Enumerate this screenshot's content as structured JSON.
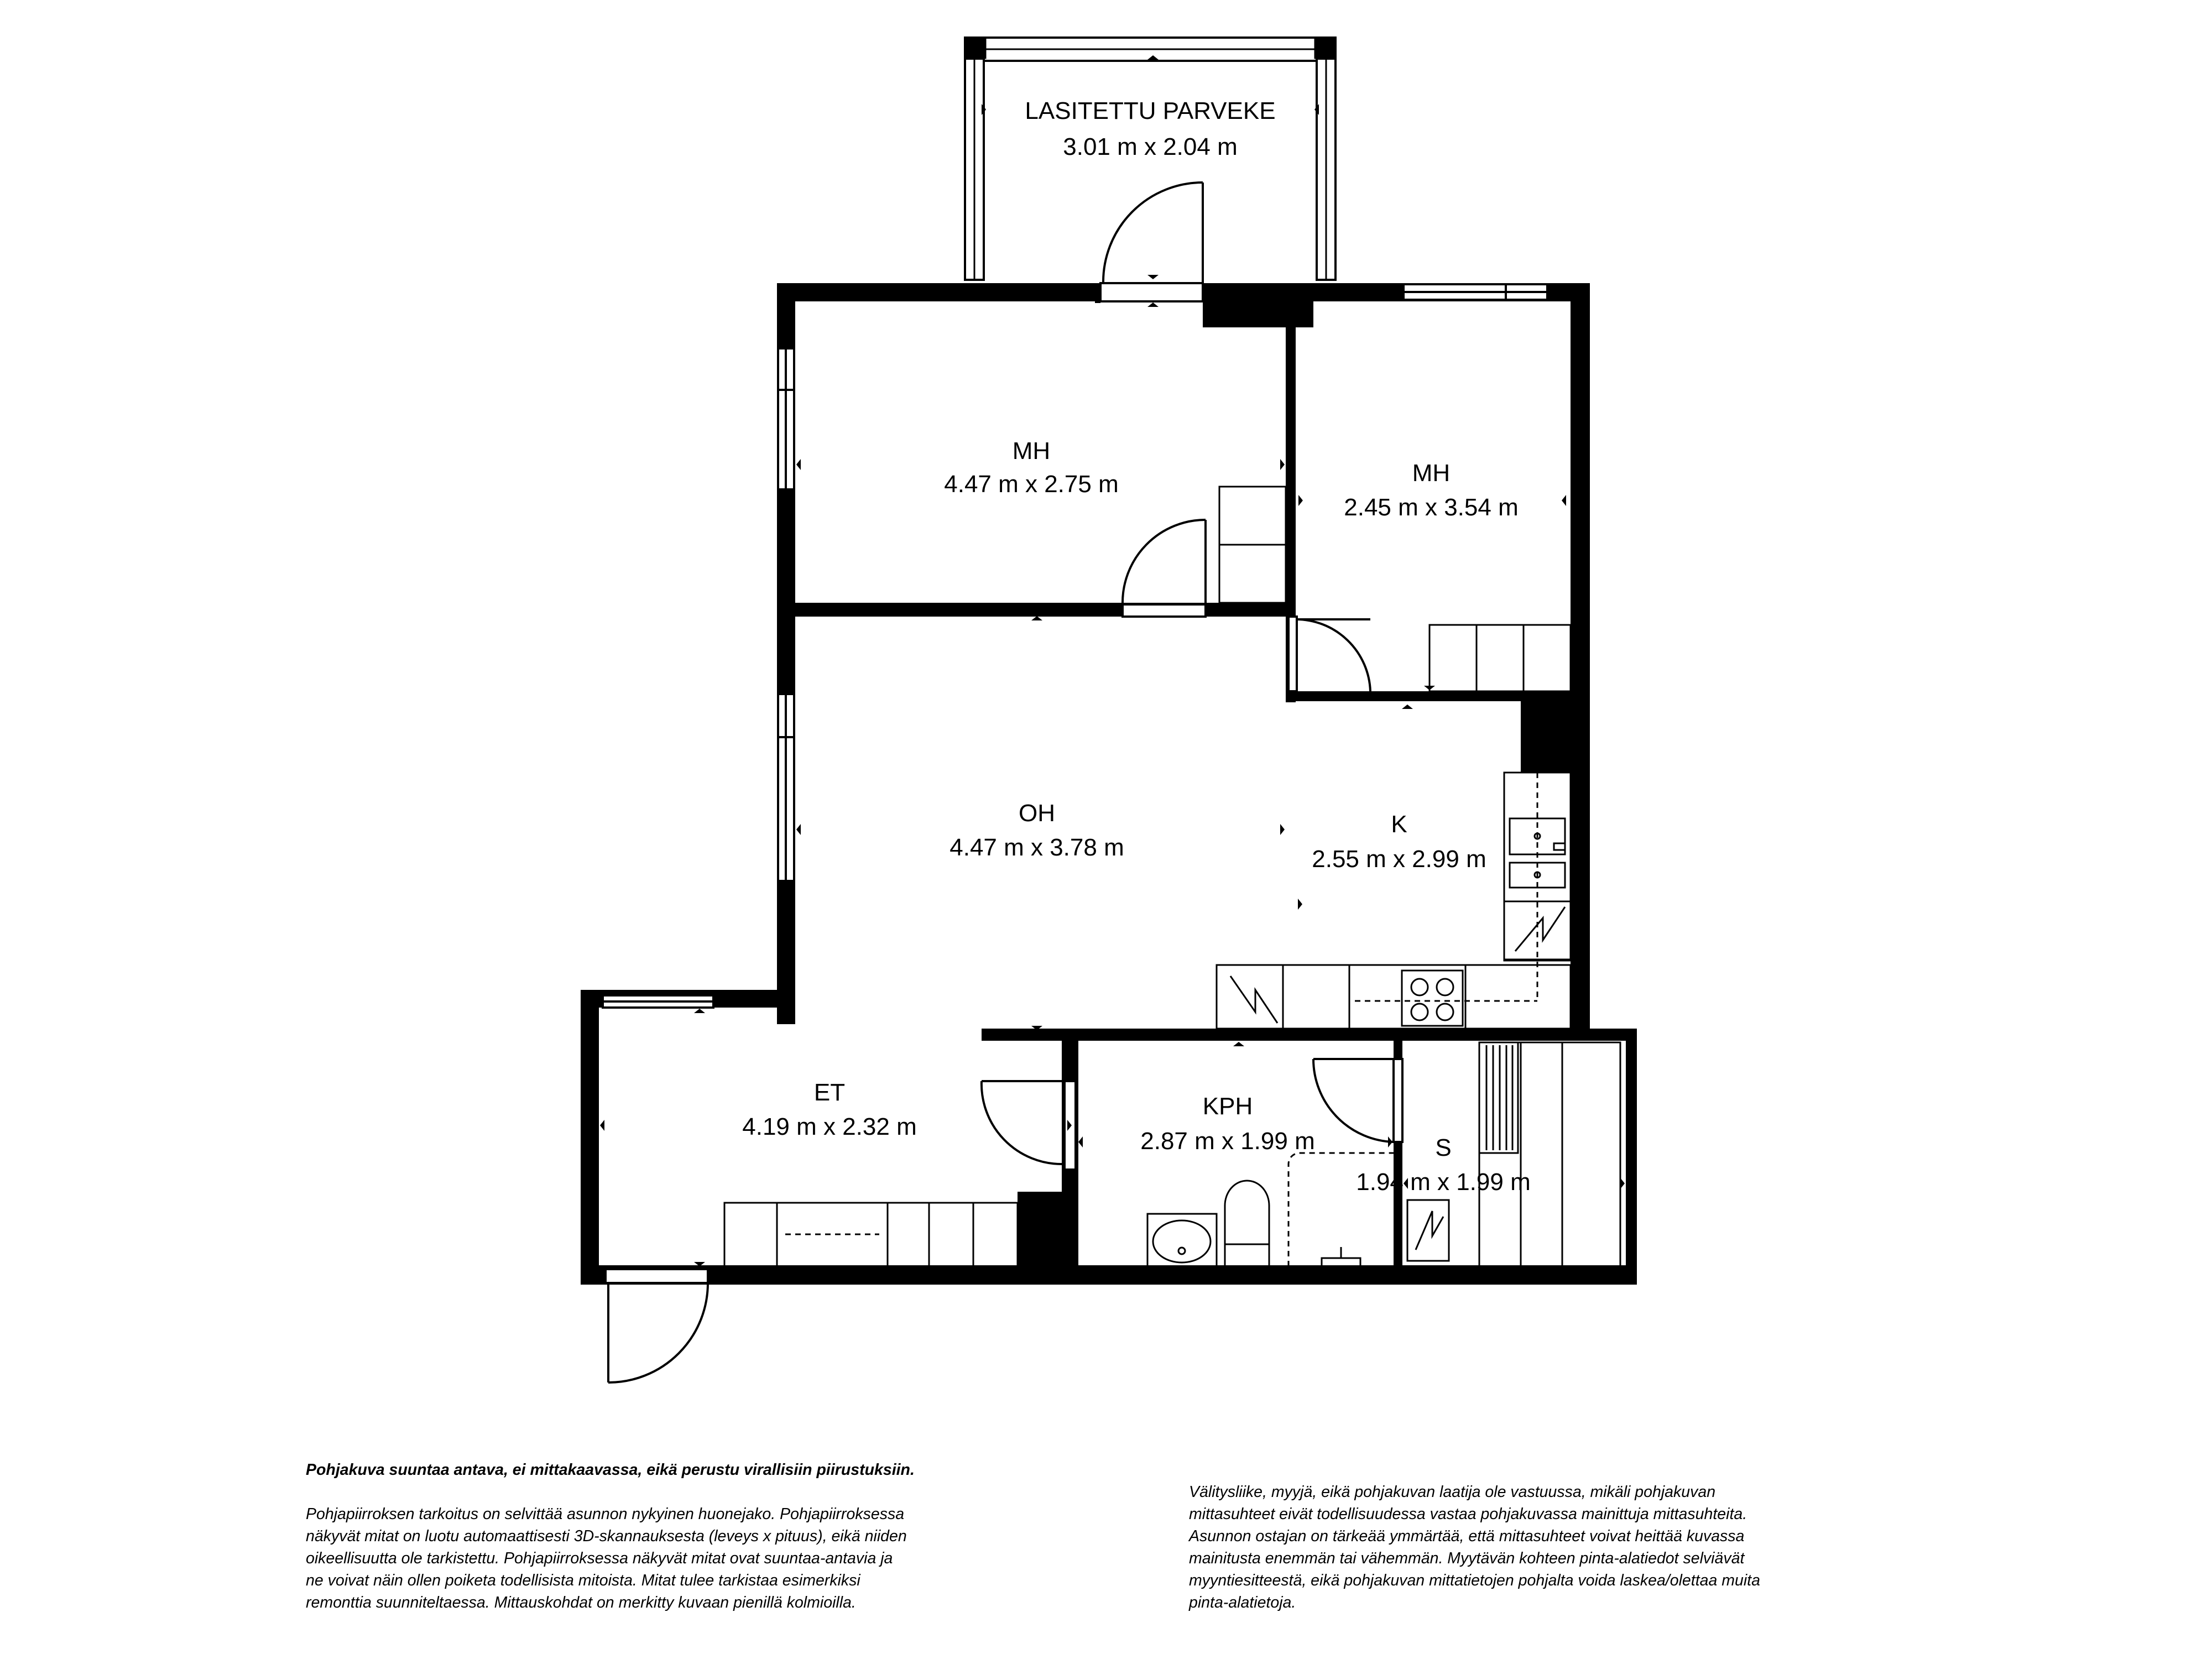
{
  "rooms": {
    "balcony": {
      "name": "LASITETTU PARVEKE",
      "size": "3.01 m x 2.04 m"
    },
    "bedroom1": {
      "name": "MH",
      "size": "4.47 m x 2.75 m"
    },
    "bedroom2": {
      "name": "MH",
      "size": "2.45 m x 3.54 m"
    },
    "living": {
      "name": "OH",
      "size": "4.47 m x 3.78 m"
    },
    "kitchen": {
      "name": "K",
      "size": "2.55 m x 2.99 m"
    },
    "entry": {
      "name": "ET",
      "size": "4.19 m x 2.32 m"
    },
    "bathroom": {
      "name": "KPH",
      "size": "2.87 m x 1.99 m"
    },
    "sauna": {
      "name": "S",
      "size": "1.94 m x 1.99 m"
    }
  },
  "notes": {
    "heading": "Pohjakuva suuntaa antava, ei mittakaavassa, eikä perustu virallisiin piirustuksiin.",
    "left_lines": [
      "Pohjapiirroksen tarkoitus on selvittää asunnon nykyinen huonejako. Pohjapiirroksessa",
      "näkyvät mitat on luotu automaattisesti 3D-skannauksesta (leveys x pituus), eikä niiden",
      "oikeellisuutta ole tarkistettu. Pohjapiirroksessa näkyvät mitat ovat suuntaa-antavia ja",
      "ne voivat näin ollen poiketa todellisista mitoista. Mitat tulee tarkistaa esimerkiksi",
      "remonttia suunniteltaessa. Mittauskohdat on merkitty kuvaan pienillä kolmioilla."
    ],
    "right_lines": [
      "Välitysliike, myyjä, eikä pohjakuvan laatija ole vastuussa, mikäli pohjakuvan",
      "mittasuhteet eivät todellisuudessa vastaa pohjakuvassa mainittuja mittasuhteita.",
      "Asunnon ostajan on tärkeää ymmärtää, että mittasuhteet voivat heittää kuvassa",
      "mainitusta enemmän tai vähemmän. Myytävän kohteen pinta-alatiedot selviävät",
      "myyntiesitteestä, eikä pohjakuvan mittatietojen pohjalta voida laskea/olettaa muita",
      "pinta-alatietoja."
    ]
  }
}
